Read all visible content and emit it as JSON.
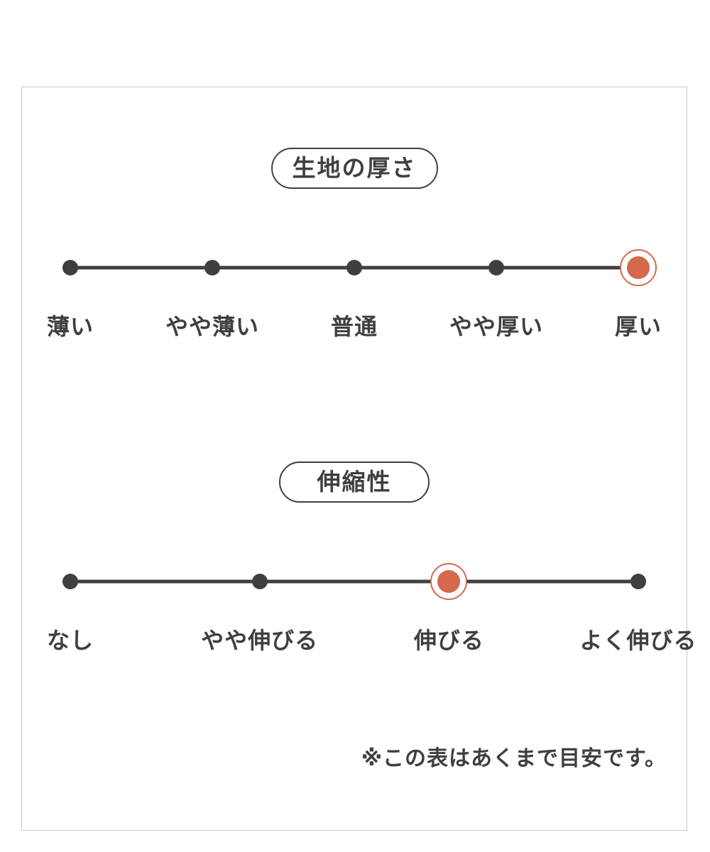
{
  "colors": {
    "accent": "#d5694c",
    "ink": "#3f3f3f",
    "frame_border": "#c8c8c8",
    "background": "#ffffff"
  },
  "scales": [
    {
      "title": "生地の厚さ",
      "items": [
        "薄い",
        "やや薄い",
        "普通",
        "やや厚い",
        "厚い"
      ],
      "selected_index": 4,
      "selected_label": "厚い"
    },
    {
      "title": "伸縮性",
      "items": [
        "なし",
        "やや伸びる",
        "伸びる",
        "よく伸びる"
      ],
      "selected_index": 2,
      "selected_label": "伸びる"
    }
  ],
  "footnote": "※この表はあくまで目安です。",
  "chart_data": [
    {
      "type": "scatter",
      "title": "生地の厚さ",
      "categories": [
        "薄い",
        "やや薄い",
        "普通",
        "やや厚い",
        "厚い"
      ],
      "scale_points": 5,
      "selected": "厚い",
      "selected_index": 4,
      "legend": "off",
      "grid": "off"
    },
    {
      "type": "scatter",
      "title": "伸縮性",
      "categories": [
        "なし",
        "やや伸びる",
        "伸びる",
        "よく伸びる"
      ],
      "scale_points": 4,
      "selected": "伸びる",
      "selected_index": 2,
      "legend": "off",
      "grid": "off"
    }
  ]
}
